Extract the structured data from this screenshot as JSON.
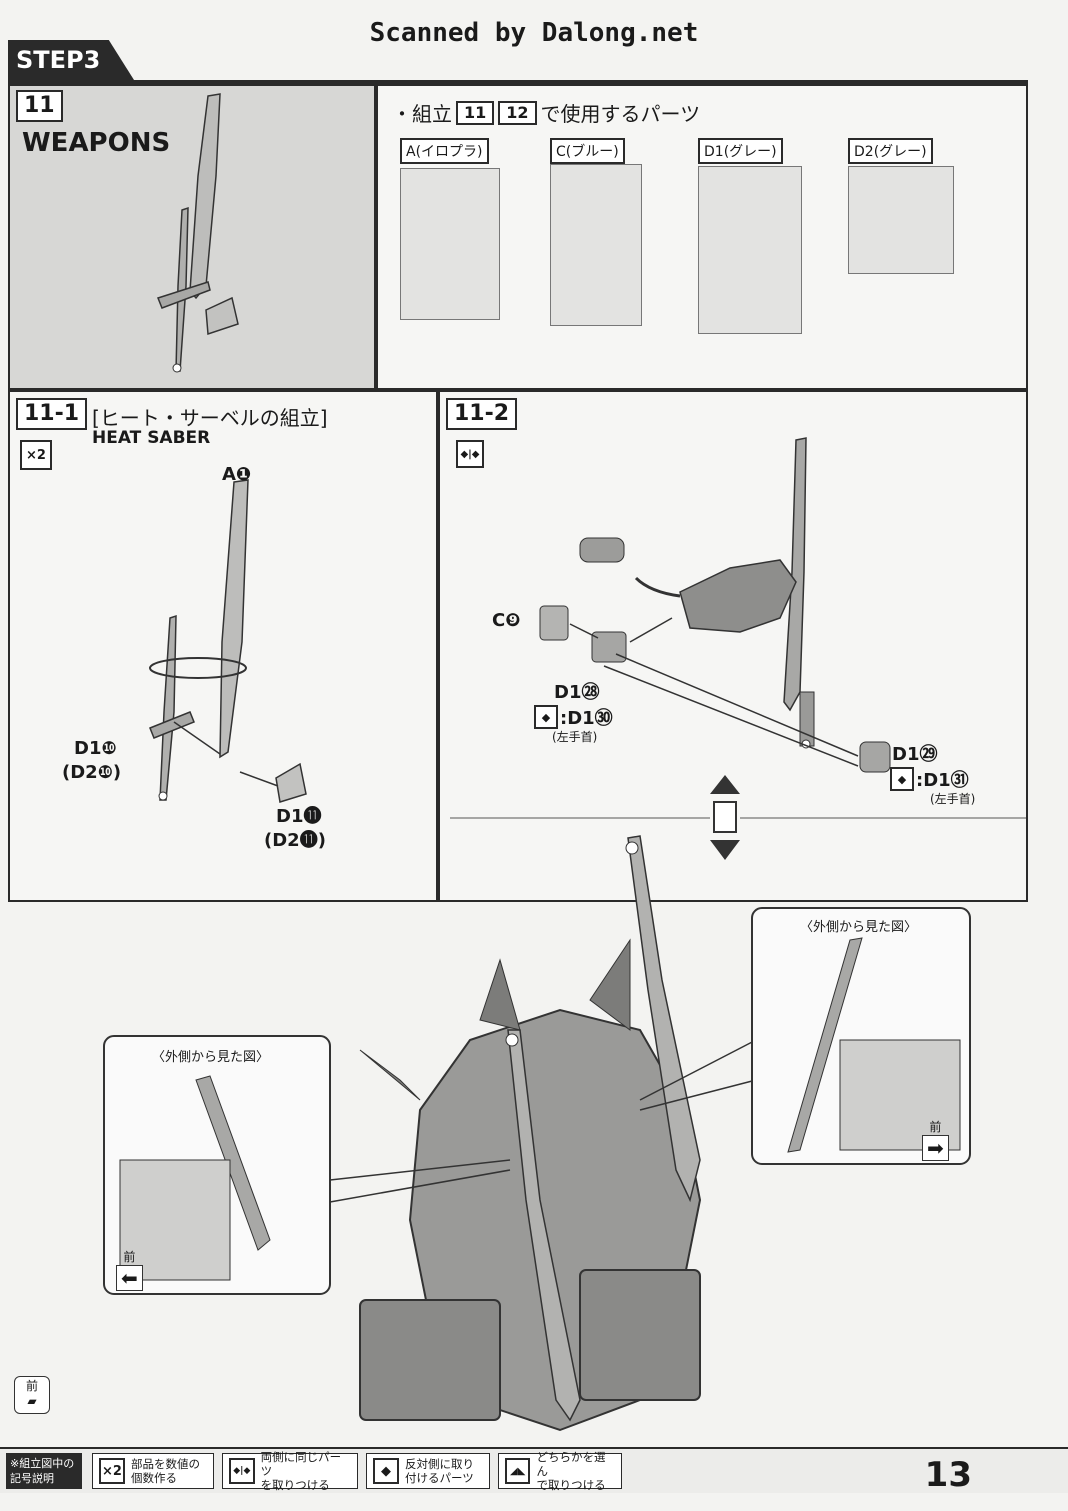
{
  "header": {
    "scan_credit": "Scanned by Dalong.net",
    "step": "STEP3"
  },
  "section11": {
    "number": "11",
    "title": "WEAPONS",
    "parts_used": "・組立",
    "num1": "11",
    "num2": "12",
    "parts_used_tail": "で使用するパーツ"
  },
  "sprues": [
    {
      "label": "A(イロプラ)"
    },
    {
      "label": "C(ブルー)"
    },
    {
      "label": "D1(グレー)"
    },
    {
      "label": "D2(グレー)"
    }
  ],
  "section11_1": {
    "number": "11-1",
    "title_jp": "[ヒート・サーベルの組立]",
    "title_en": "HEAT SABER",
    "multiplier": "×2",
    "parts": {
      "a1": "A❶",
      "d1_10": "D1❿",
      "d2_10": "(D2❿)",
      "d1_11": "D1⓫",
      "d2_11": "(D2⓫)"
    }
  },
  "section11_2": {
    "number": "11-2",
    "parts": {
      "c9": "C❾",
      "d1_28": "D1㉘",
      "d1_30": ":D1㉚",
      "left_wrist_a": "(左手首)",
      "d1_29": "D1㉙",
      "d1_31": ":D1㉛",
      "left_wrist_b": "(左手首)"
    }
  },
  "views": {
    "outside_view_a": "〈外側から見た図〉",
    "outside_view_b": "〈外側から見た図〉",
    "front_a": "前",
    "front_b": "前",
    "front_c": "前"
  },
  "legend": {
    "title_line1": "※組立図中の",
    "title_line2": "記号説明",
    "items": [
      {
        "icon": "×2",
        "line1": "部品を数値の",
        "line2": "個数作る"
      },
      {
        "icon": "◆|◆",
        "line1": "両側に同じパーツ",
        "line2": "を取りつける"
      },
      {
        "icon": "◆",
        "line1": "反対側に取り",
        "line2": "付けるパーツ"
      },
      {
        "icon": "◢◣",
        "line1": "どちらかを選ん",
        "line2": "で取りつける"
      }
    ]
  },
  "page_number": "13"
}
